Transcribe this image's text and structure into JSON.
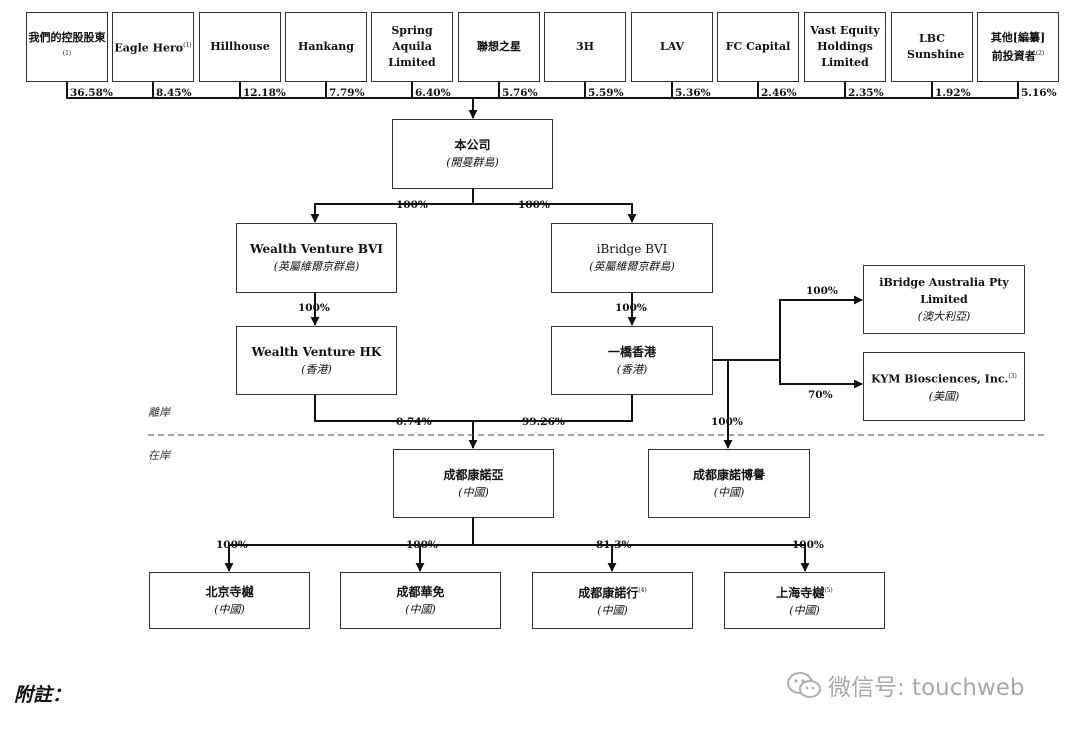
{
  "shareholders": [
    {
      "name": "我們的控股股東",
      "note": "(1)",
      "pct": "36.58%"
    },
    {
      "name": "Eagle Hero",
      "note": "(1)",
      "pct": "8.45%"
    },
    {
      "name": "Hillhouse",
      "note": "",
      "pct": "12.18%"
    },
    {
      "name": "Hankang",
      "note": "",
      "pct": "7.79%"
    },
    {
      "name": "Spring Aquila Limited",
      "note": "",
      "pct": "6.40%"
    },
    {
      "name": "聯想之星",
      "note": "",
      "pct": "5.76%"
    },
    {
      "name": "3H",
      "note": "",
      "pct": "5.59%"
    },
    {
      "name": "LAV",
      "note": "",
      "pct": "5.36%"
    },
    {
      "name": "FC Capital",
      "note": "",
      "pct": "2.46%"
    },
    {
      "name": "Vast Equity Holdings Limited",
      "note": "",
      "pct": "2.35%"
    },
    {
      "name": "LBC Sunshine",
      "note": "",
      "pct": "1.92%"
    },
    {
      "name": "其他[編纂]前投資者",
      "note": "(2)",
      "pct": "5.16%"
    }
  ],
  "entities": {
    "company": {
      "name": "本公司",
      "place": "(開曼群島)"
    },
    "wealth_bvi": {
      "name": "Wealth Venture BVI",
      "place": "(英屬維爾京群島)"
    },
    "ibridge_bvi": {
      "name": "iBridge BVI",
      "place": "(英屬維爾京群島)"
    },
    "wealth_hk": {
      "name": "Wealth Venture HK",
      "place": "(香港)"
    },
    "yiqiao_hk": {
      "name": "一橋香港",
      "place": "(香港)"
    },
    "ibridge_aus": {
      "name": "iBridge Australia Pty Limited",
      "place": "(澳大利亞)"
    },
    "kym": {
      "name": "KYM Biosciences, Inc.",
      "note": "(3)",
      "place": "(美國)"
    },
    "cd_kny": {
      "name": "成都康諾亞",
      "place": "(中國)"
    },
    "cd_knbx": {
      "name": "成都康諾博譽",
      "place": "(中國)"
    },
    "bj": {
      "name": "北京寺樾",
      "place": "(中國)"
    },
    "cd_hm": {
      "name": "成都華免",
      "place": "(中國)"
    },
    "cd_knx": {
      "name": "成都康諾行",
      "note": "(4)",
      "place": "(中國)"
    },
    "sh": {
      "name": "上海寺樾",
      "note": "(5)",
      "place": "(中國)"
    }
  },
  "labels": {
    "company_to_wealth_bvi": "100%",
    "company_to_ibridge_bvi": "100%",
    "wealth_bvi_to_hk": "100%",
    "ibridge_bvi_to_hk": "100%",
    "hk_to_aus": "100%",
    "hk_to_kym": "70%",
    "wealth_hk_to_cd": "0.74%",
    "yiqiao_to_cd": "99.26%",
    "yiqiao_to_knbx": "100%",
    "cd_to_bj": "100%",
    "cd_to_hm": "100%",
    "cd_to_knx": "81.3%",
    "cd_to_sh": "100%"
  },
  "zones": {
    "offshore": "離岸",
    "onshore": "在岸"
  },
  "notes_title": "附註：",
  "watermark": "微信号: touchweb"
}
